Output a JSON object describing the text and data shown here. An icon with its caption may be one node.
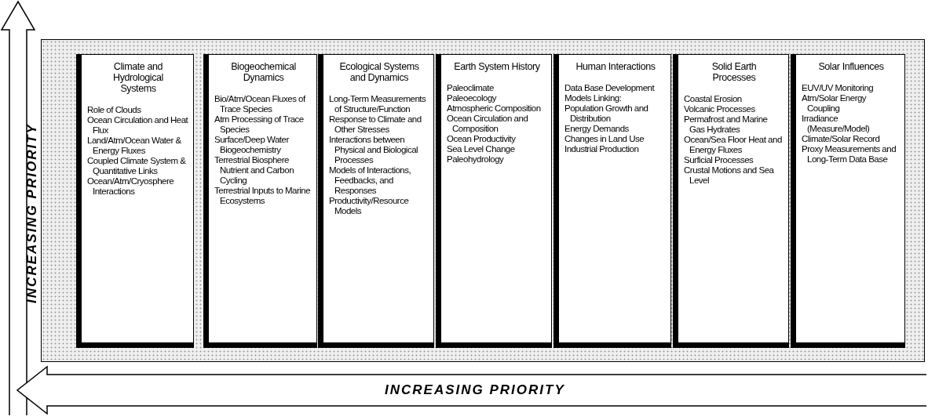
{
  "diagram": {
    "nodes": [
      {
        "text": [],
        "shape": "box"
      },
      {
        "text": [
          "Climate and Hydrological Systems",
          "Role of Clouds",
          "Ocean Circulation and Heat Flux",
          "Land/Atm/Ocean Water & Energy Fluxes",
          "Coupled Climate System & Quantitative Links",
          "Ocean/Atm/Cryosphere Interactions"
        ],
        "in": 0
      },
      {
        "text": [
          "Biogeochemical Dynamics",
          "Bio/Atm/Ocean Fluxes of Trace Species",
          "Atm Processing of Trace Species",
          "Surface/Deep Water Biogeochemistry",
          "Terrestrial Biosphere Nutrient and Carbon Cycling",
          "Terrestrial Inputs to Marine Ecosystems"
        ],
        "in": 0
      },
      {
        "text": [
          "Ecological Systems and Dynamics",
          "Long-Term Measurements of Structure/Function",
          "Response to Climate and Other Stresses",
          "Interactions between Physical and Biological Processes",
          "Models of Interactions, Feedbacks, and Responses",
          "Productivity/Resource Models"
        ],
        "in": 0
      },
      {
        "text": [
          "Earth System History",
          "Paleoclimate",
          "Paleoecology",
          "Atmospheric Composition",
          "Ocean Circulation and Composition",
          "Ocean Productivity",
          "Sea Level Change",
          "Paleohydrology"
        ],
        "in": 0
      },
      {
        "text": [
          "Human Interactions",
          "Data Base Development",
          "Models Linking:",
          "Population Growth and Distribution",
          "Energy Demands",
          "Changes in Land Use",
          "Industrial Production"
        ],
        "in": 0
      },
      {
        "text": [
          "Solid Earth Processes",
          "Coastal Erosion",
          "Volcanic Processes",
          "Permafrost and Marine Gas Hydrates",
          "Ocean/Sea Floor Heat and Energy Fluxes",
          "Surficial Processes",
          "Crustal Motions and Sea Level"
        ],
        "in": 0
      },
      {
        "text": [
          "Solar Influences",
          "EUV/UV Monitoring",
          "Atm/Solar Energy Coupling",
          "Irradiance (Measure/Model)",
          "Climate/Solar Record",
          "Proxy Measurements and Long-Term Data Base"
        ],
        "in": 0
      }
    ],
    "labels": [
      "INCREASING PRIORITY",
      "INCREASING PRIORITY"
    ]
  }
}
